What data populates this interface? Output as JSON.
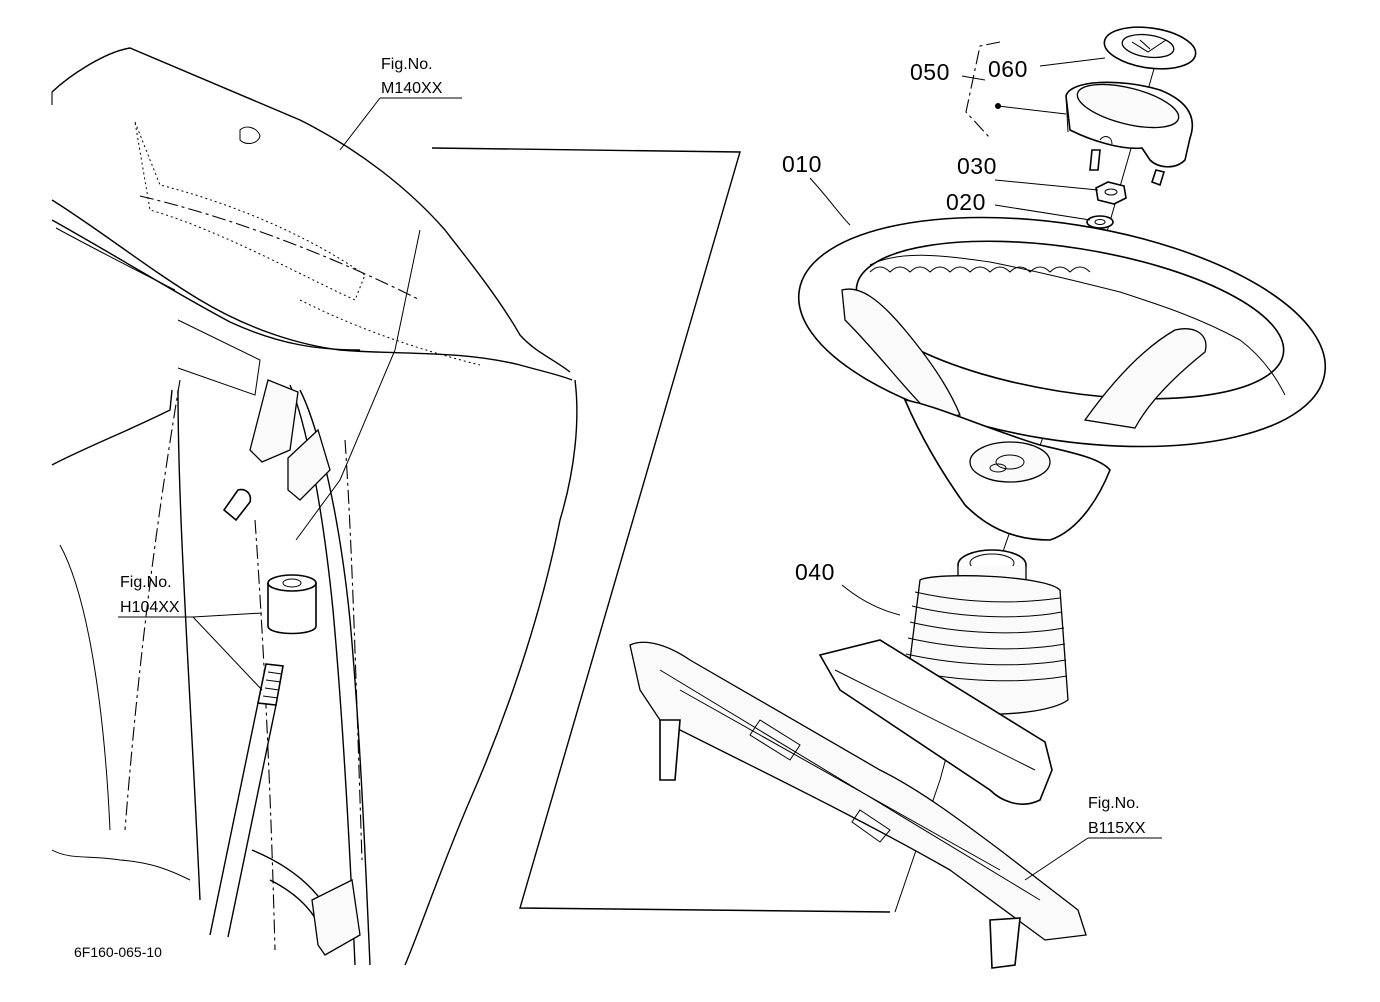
{
  "labels": {
    "p010": "010",
    "p020": "020",
    "p030": "030",
    "p040": "040",
    "p050": "050",
    "p060": "060"
  },
  "references": {
    "m140": {
      "title": "Fig.No.",
      "code": "M140XX"
    },
    "h104": {
      "title": "Fig.No.",
      "code": "H104XX"
    },
    "b115": {
      "title": "Fig.No.",
      "code": "B115XX"
    }
  },
  "drawing_id": "6F160-065-10"
}
